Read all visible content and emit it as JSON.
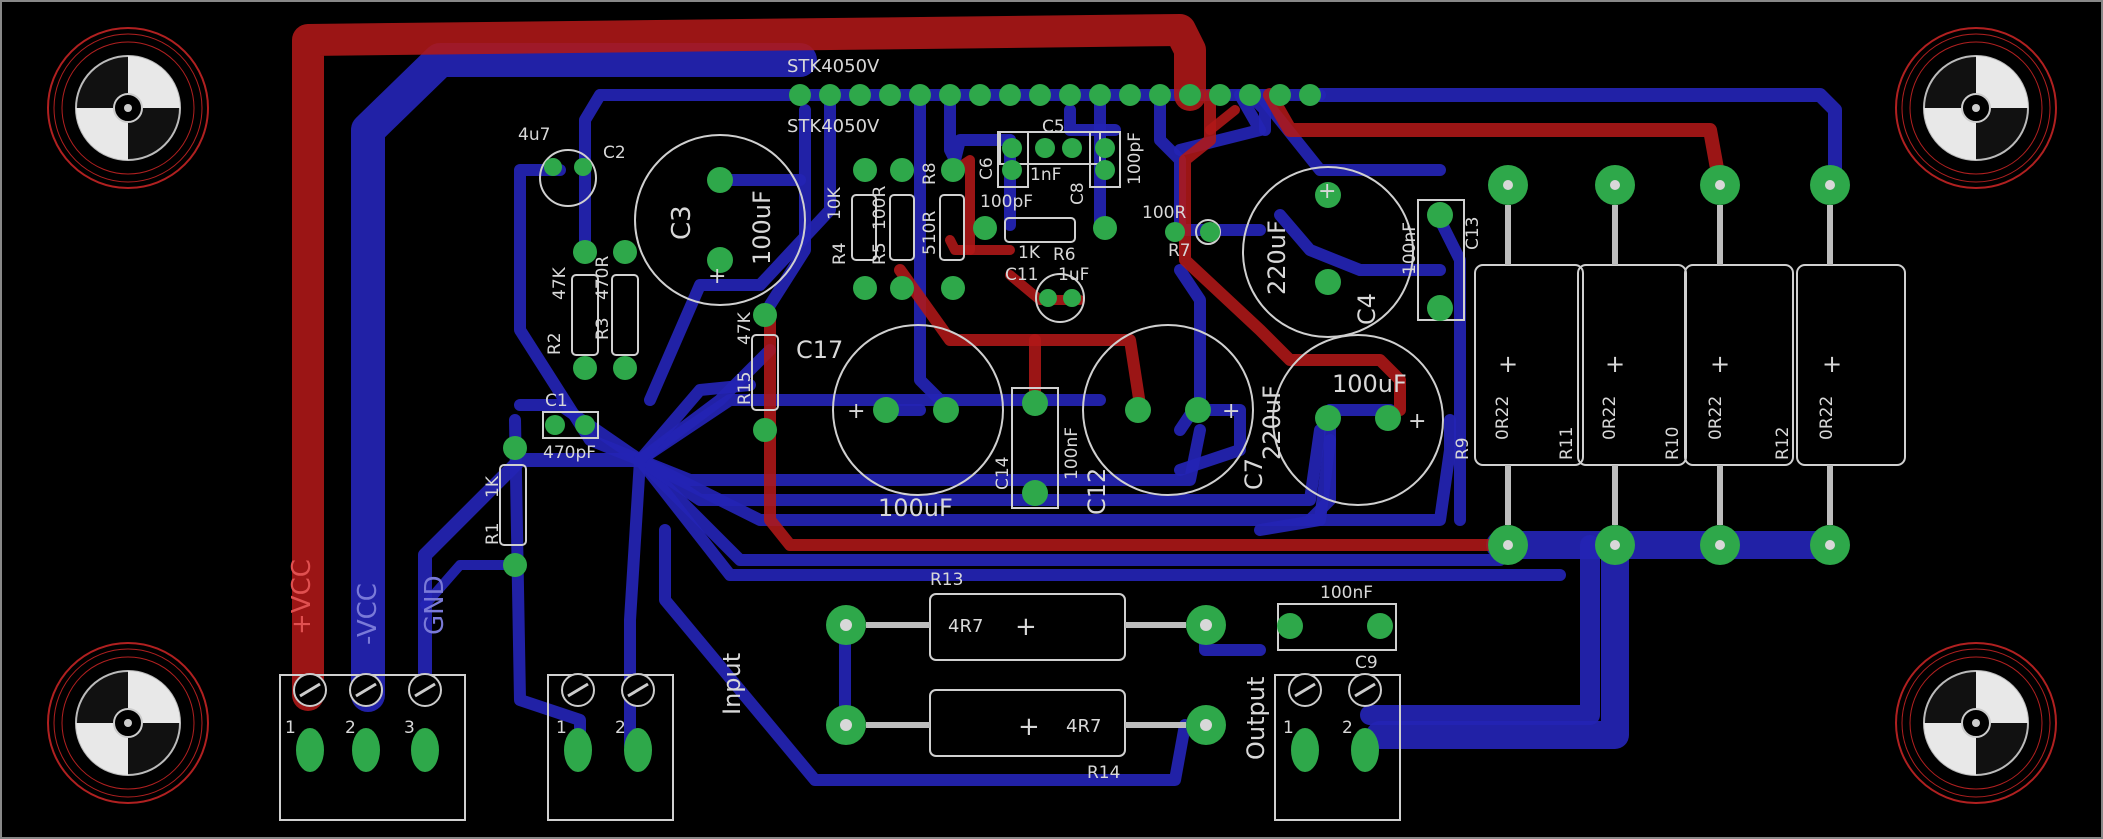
{
  "board": {
    "background": "#000000",
    "colors": {
      "top_layer": "#b01818",
      "bottom_layer": "#2020b0",
      "pad": "#2ea84a",
      "silkscreen": "#d8d8d8",
      "mounting_hole": "#c02020"
    }
  },
  "ic": {
    "name_top": "STK4050V",
    "name_bottom": "STK4050V"
  },
  "labels": {
    "c2_value": "4u7",
    "c2": "C2",
    "c3": "C3",
    "c3_value": "100uF",
    "r4": "R4",
    "r4_value": "10K",
    "r5": "R5",
    "r5_value": "100R",
    "r8": "R8",
    "r8_value": "510R",
    "c6": "C6",
    "c6_value": "100pF",
    "c5": "C5",
    "c5_value": "1nF",
    "c8": "C8",
    "c8_value": "100pF",
    "r6": "R6",
    "r6_value": "1K",
    "c11": "C11",
    "c11_value": "1uF",
    "r7": "R7",
    "r7_value": "100R",
    "c4": "C4",
    "c4_value": "220uF",
    "c13": "C13",
    "c13_value": "100nF",
    "r2": "R2",
    "r2_value": "47K",
    "r3": "R3",
    "r3_value": "470R",
    "r15": "R15",
    "r15_value": "47K",
    "c17": "C17",
    "c17_value": "100uF",
    "c14": "C14",
    "c14_value": "100nF",
    "c12": "C12",
    "c12_value": "220uF",
    "c7": "C7",
    "c7_value": "100uF",
    "c1": "C1",
    "c1_value": "470pF",
    "r1": "R1",
    "r1_value": "1K",
    "r9": "R9",
    "r11": "R11",
    "r10": "R10",
    "r12": "R12",
    "r0r22": "0R22",
    "r13": "R13",
    "r13_value": "4R7",
    "r14": "R14",
    "r14_value": "4R7",
    "c9": "C9",
    "c9_value": "100nF",
    "vcc_pos": "+VCC",
    "vcc_neg": "-VCC",
    "gnd": "GND",
    "input": "Input",
    "output": "Output",
    "pin1": "1",
    "pin2": "2",
    "pin3": "3",
    "plus": "+"
  }
}
